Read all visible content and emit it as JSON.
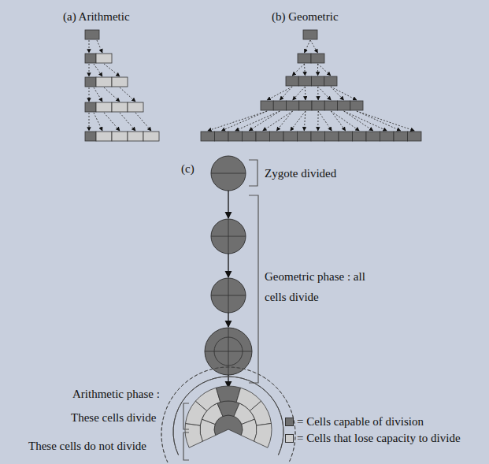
{
  "diagram": {
    "labels": [
      "(a) Arithmetic",
      "(b) Geometric",
      "(c)",
      "Zygote divided",
      "Geometric phase : all cells divide",
      "Arithmetic phase :",
      "These cells divide",
      "These cells do not divide"
    ],
    "legend": [
      {
        "text": "= Cells capable of division",
        "color": "#6f6f6f"
      },
      {
        "text": "= Cells that lose capacity to divide",
        "color": "#cfcfcf"
      }
    ]
  }
}
